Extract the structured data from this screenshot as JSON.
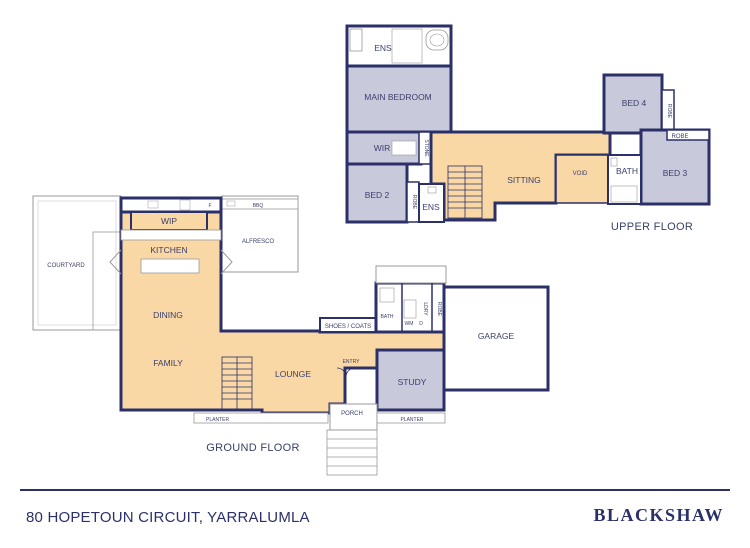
{
  "rooms": {
    "ens_upper": "ENS",
    "main_bedroom": "MAIN BEDROOM",
    "wir": "WIR",
    "bed4": "BED 4",
    "robe_bed4": "ROBE",
    "robe_bed3": "ROBE",
    "bed3": "BED 3",
    "bath_upper": "BATH",
    "void": "VOID",
    "sitting": "SITTING",
    "stone": "STONE",
    "bed2": "BED 2",
    "robe_bed2": "ROBE",
    "ens_bed2": "ENS",
    "wip": "WIP",
    "kitchen": "KITCHEN",
    "bbq": "BBQ",
    "alfresco": "ALFRESCO",
    "courtyard": "COURTYARD",
    "dining": "DINING",
    "family": "FAMILY",
    "lounge": "LOUNGE",
    "entry": "ENTRY",
    "shoes_coats": "SHOES / COATS",
    "bath_ground": "BATH",
    "wm": "WM",
    "d": "D",
    "ldry": "LDRY",
    "robe_ground": "ROBE",
    "garage": "GARAGE",
    "study": "STUDY",
    "porch": "PORCH",
    "planter_left": "PLANTER",
    "planter_right": "PLANTER",
    "f": "F"
  },
  "floors": {
    "upper": "UPPER FLOOR",
    "ground": "GROUND FLOOR"
  },
  "footer": {
    "address": "80 HOPETOUN CIRCUIT, YARRALUMLA",
    "brand": "BLACKSHAW"
  },
  "colors": {
    "wall": "#2b3068",
    "bedroom": "#c9c9dc",
    "living": "#fad8a6",
    "outline": "#9a9a9a"
  }
}
